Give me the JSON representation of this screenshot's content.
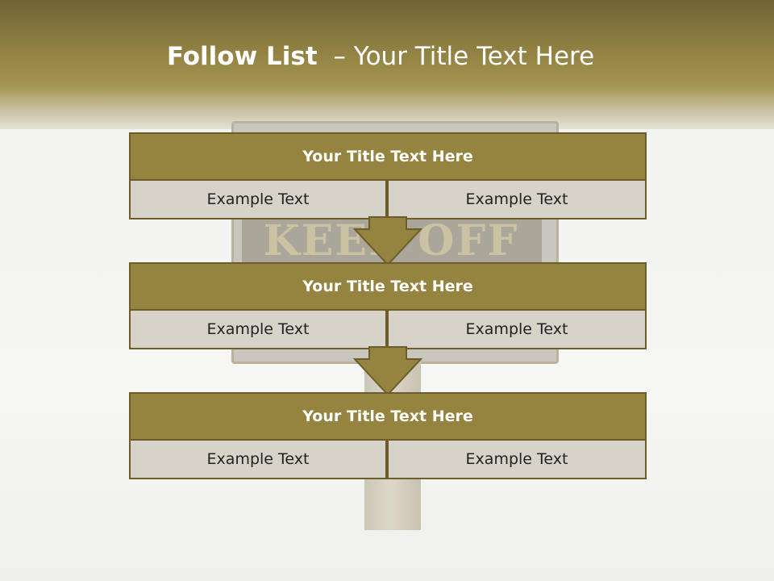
{
  "title": {
    "bold": "Follow List",
    "rest": "– Your Title Text Here"
  },
  "background_sign": {
    "text": "KEEP OFF"
  },
  "blocks": [
    {
      "title": "Your Title Text Here",
      "left": "Example Text",
      "right": "Example Text"
    },
    {
      "title": "Your Title Text Here",
      "left": "Example Text",
      "right": "Example Text"
    },
    {
      "title": "Your Title Text Here",
      "left": "Example Text",
      "right": "Example Text"
    }
  ],
  "colors": {
    "header_fill": "#95843f",
    "border": "#6b5e2a",
    "cell_fill": "#d8d3c8",
    "title_text": "#ffffff"
  }
}
